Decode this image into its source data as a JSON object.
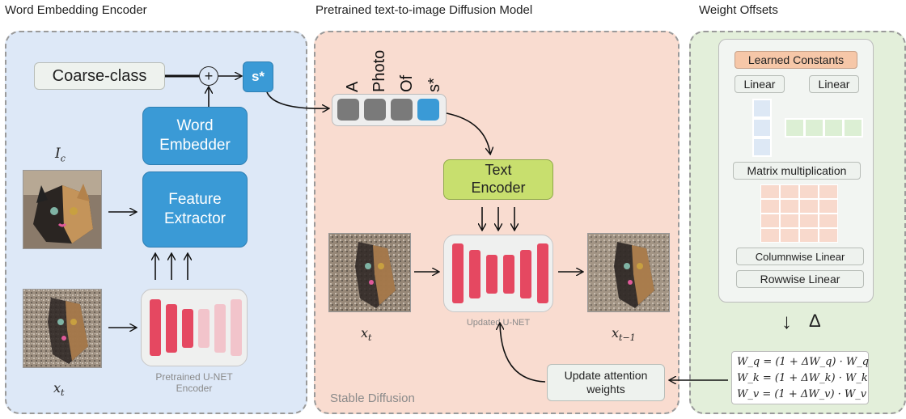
{
  "sections": {
    "left_title": "Word Embedding Encoder",
    "middle_title": "Pretrained text-to-image Diffusion Model",
    "right_title": "Weight Offsets"
  },
  "left": {
    "coarse_class": "Coarse-class",
    "plus_symbol": "+",
    "s_star": "s*",
    "word_embedder": "Word Embedder",
    "feature_extractor": "Feature Extractor",
    "ic_label": "I_c",
    "xt_label": "x_t",
    "unet_encoder_caption": "Pretrained U-NET Encoder"
  },
  "middle": {
    "tokens": [
      "A",
      "Photo",
      "Of",
      "s*"
    ],
    "text_encoder": "Text Encoder",
    "updated_unet_caption": "Updated U-NET",
    "xt_label": "x_t",
    "xt1_label": "x_{t-1}",
    "stable_diffusion": "Stable Diffusion",
    "update_attention": "Update attention weights"
  },
  "right": {
    "learned_constants": "Learned Constants",
    "linear_left": "Linear",
    "linear_right": "Linear",
    "matrix_multiplication": "Matrix multiplication",
    "columnwise_linear": "Columnwise Linear",
    "rowwise_linear": "Rowwise Linear",
    "delta_arrow": "↓",
    "delta_symbol": "Δ",
    "eq_q": "W_q = (1 + ΔW_q) · W_q",
    "eq_k": "W_k = (1 + ΔW_k) · W_k",
    "eq_v": "W_v = (1 + ΔW_v) · W_v"
  },
  "colors": {
    "left_bg": "#dde8f7",
    "middle_bg": "#f9dcd0",
    "right_bg": "#e3efda",
    "blue": "#3a9ad6",
    "unet_red": "#e54861",
    "unet_pink": "#f2c4cb",
    "token_gray": "#7a7a7a",
    "text_encoder": "#c8df6e",
    "learned_constants": "#f6c7a8"
  }
}
